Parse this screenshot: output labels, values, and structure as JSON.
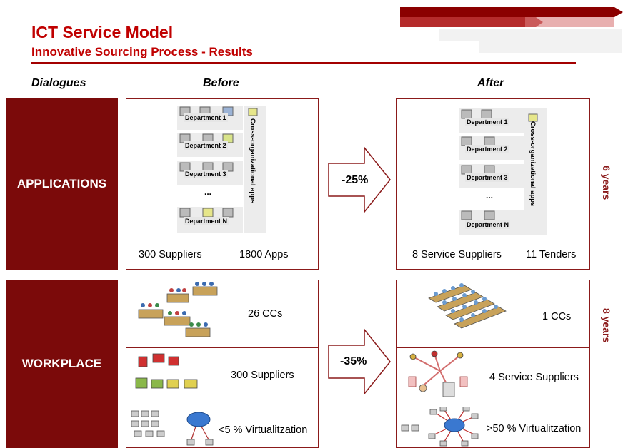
{
  "header": {
    "title": "ICT Service Model",
    "subtitle": "Innovative Sourcing Process - Results"
  },
  "columns": {
    "dialogues": "Dialogues",
    "before": "Before",
    "after": "After"
  },
  "applications": {
    "label": "APPLICATIONS",
    "change": "-25%",
    "duration": "6 years",
    "before": {
      "departments": [
        "Department 1",
        "Department 2",
        "Department 3",
        "...",
        "Department N"
      ],
      "cross_label": "Cross-organizational apps",
      "suppliers": "300 Suppliers",
      "apps": "1800 Apps"
    },
    "after": {
      "departments": [
        "Department 1",
        "Department 2",
        "Department 3",
        "...",
        "Department N"
      ],
      "cross_label": "Cross-organizational apps",
      "suppliers": "8 Service Suppliers",
      "tenders": "11 Tenders"
    }
  },
  "workplace": {
    "label": "WORKPLACE",
    "change": "-35%",
    "duration": "8 years",
    "before": {
      "ccs": "26 CCs",
      "suppliers": "300 Suppliers",
      "virtualization": "<5 % Virtualitzation"
    },
    "after": {
      "ccs": "1 CCs",
      "suppliers": "4 Service Suppliers",
      "virtualization": ">50 % Virtualitzation"
    }
  },
  "colors": {
    "brand_red": "#c00000",
    "dark_red": "#7b0a0a",
    "border": "#8b1a1a"
  }
}
